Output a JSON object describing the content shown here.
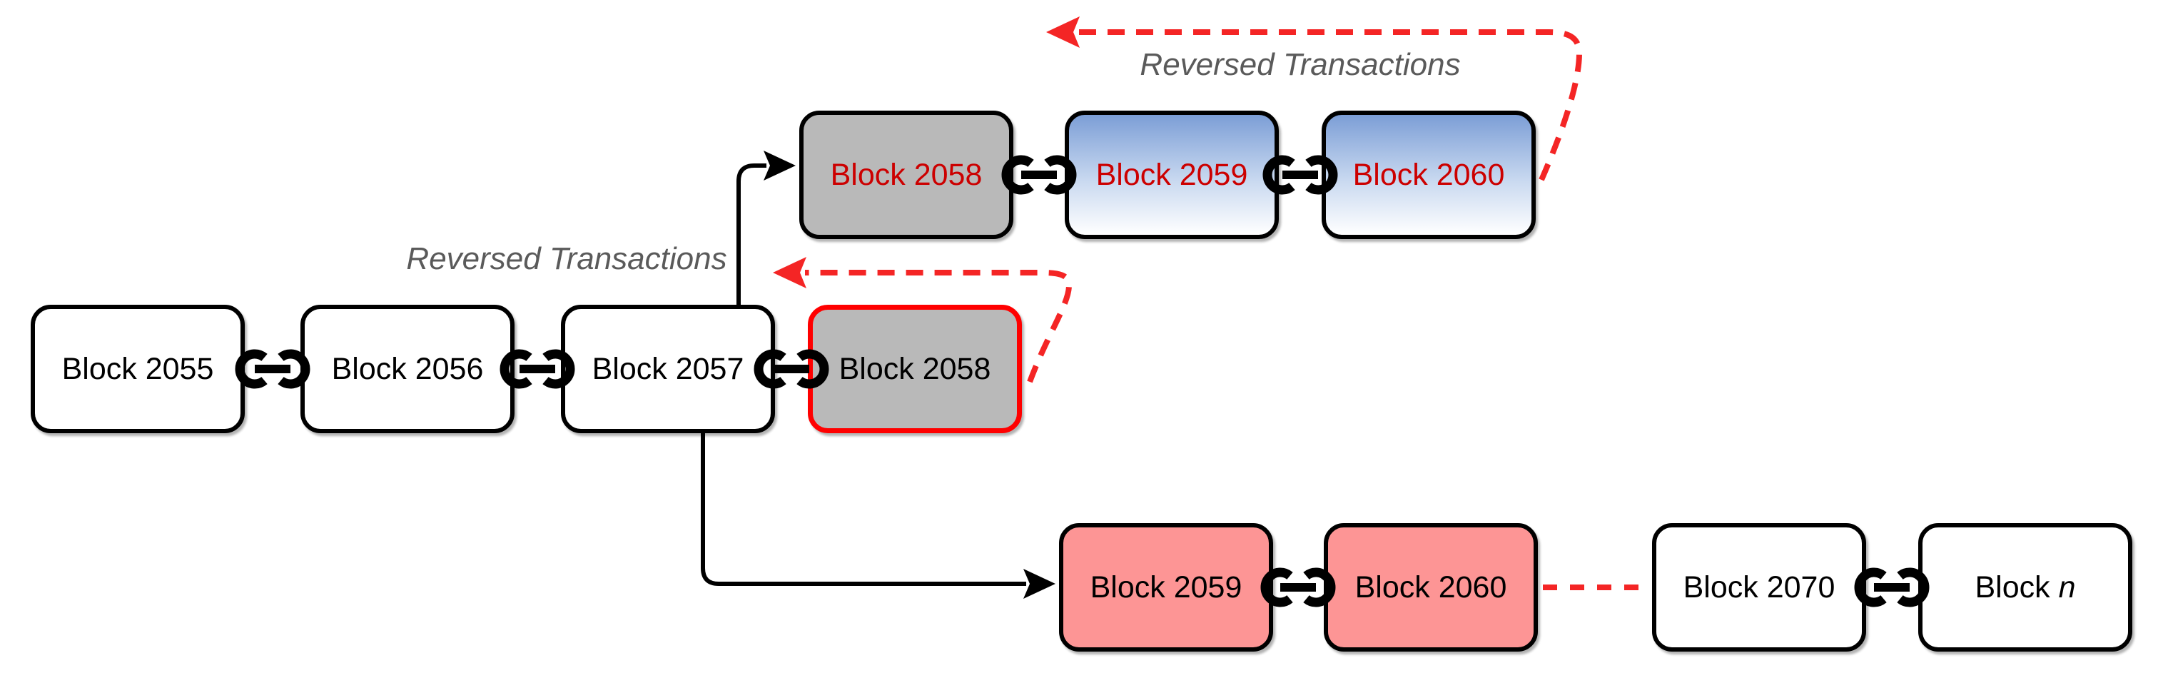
{
  "diagram": {
    "title_hidden": "",
    "annotations": {
      "reversed_top": "Reversed Transactions",
      "reversed_mid": "Reversed Transactions"
    },
    "blocks": {
      "main": [
        {
          "label": "Block 2055"
        },
        {
          "label": "Block 2056"
        },
        {
          "label": "Block 2057"
        },
        {
          "label": "Block 2058"
        }
      ],
      "top": [
        {
          "label": "Block 2058"
        },
        {
          "label": "Block 2059"
        },
        {
          "label": "Block 2060"
        }
      ],
      "bottom": [
        {
          "label": "Block 2059"
        },
        {
          "label": "Block 2060"
        },
        {
          "label": "Block 2070"
        }
      ],
      "block_n": {
        "prefix": "Block ",
        "italic": "n"
      }
    },
    "colors": {
      "block_border": "#000000",
      "gray_fill": "#b9b9b9",
      "pink_fill": "#fd9595",
      "blue_gradient_top": "#7c9ed6",
      "blue_gradient_bottom": "#ffffff",
      "red_text": "#cc0000",
      "red_border": "#ff0000",
      "red_dashed_arrow": "#f42525",
      "annotation_gray": "#5a5a5a",
      "background": "#ffffff"
    }
  }
}
